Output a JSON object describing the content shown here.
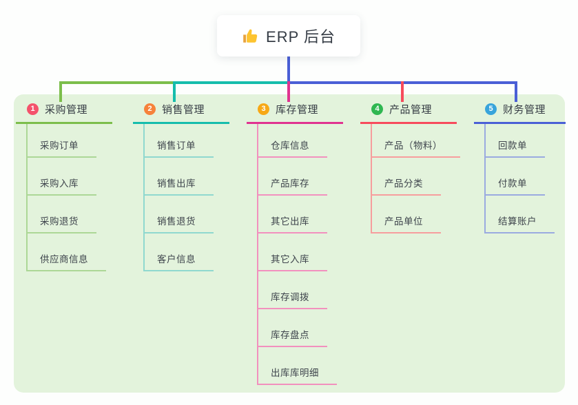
{
  "root": {
    "label": "ERP 后台",
    "icon": "thumbs-up-icon"
  },
  "colors": {
    "panel_bg": "#e3f3dc",
    "root_connector": "#4a5fd6"
  },
  "branches": [
    {
      "index": "1",
      "title": "采购管理",
      "badge_color": "#f4526b",
      "line_color": "#7cbe4b",
      "child_line_color": "#acd796",
      "children": [
        "采购订单",
        "采购入库",
        "采购退货",
        "供应商信息"
      ]
    },
    {
      "index": "2",
      "title": "销售管理",
      "badge_color": "#f6823b",
      "line_color": "#16bdac",
      "child_line_color": "#8fd8cf",
      "children": [
        "销售订单",
        "销售出库",
        "销售退货",
        "客户信息"
      ]
    },
    {
      "index": "3",
      "title": "库存管理",
      "badge_color": "#f7a816",
      "line_color": "#e03390",
      "child_line_color": "#f290be",
      "children": [
        "仓库信息",
        "产品库存",
        "其它出库",
        "其它入库",
        "库存调拨",
        "库存盘点",
        "出库库明细"
      ]
    },
    {
      "index": "4",
      "title": "产品管理",
      "badge_color": "#2fb751",
      "line_color": "#f74b5c",
      "child_line_color": "#f79d9d",
      "children": [
        "产品（物料）",
        "产品分类",
        "产品单位"
      ]
    },
    {
      "index": "5",
      "title": "财务管理",
      "badge_color": "#38a4db",
      "line_color": "#4a5fd6",
      "child_line_color": "#9aaae0",
      "children": [
        "回款单",
        "付款单",
        "结算账户"
      ]
    }
  ]
}
